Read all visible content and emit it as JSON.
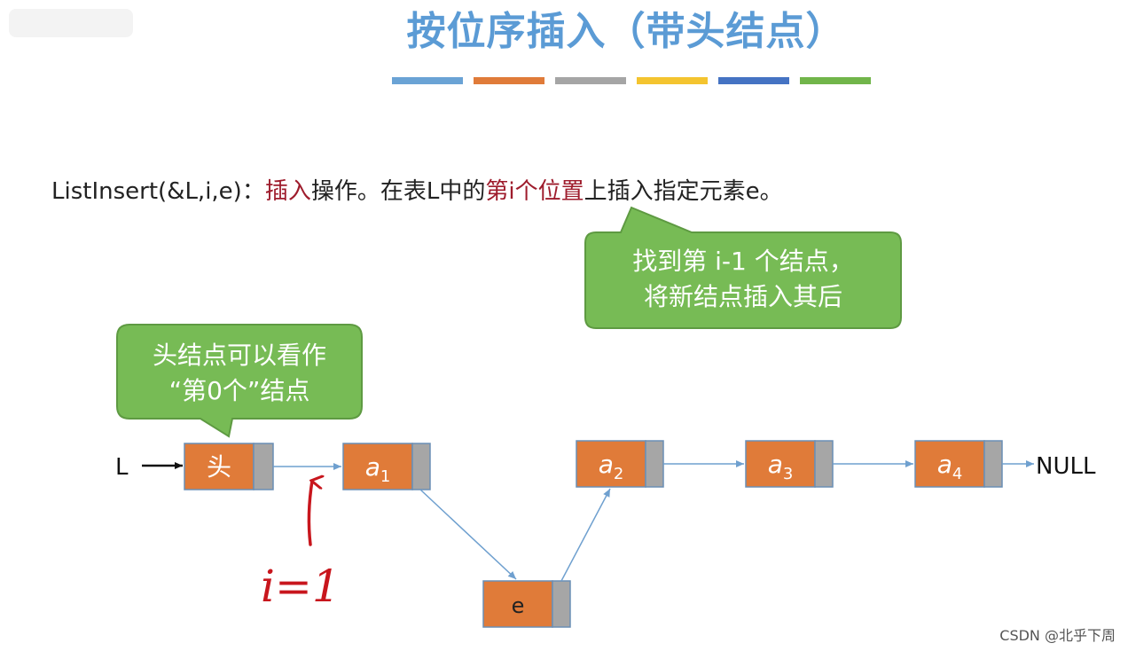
{
  "title": "按位序插入（带头结点）",
  "color_bar": [
    "#6aa3d5",
    "#e07b39",
    "#a5a5a5",
    "#f4c42f",
    "#4573c3",
    "#71b54a"
  ],
  "description": {
    "prefix": "ListInsert(&L,i,e)：",
    "hl1": "插入",
    "mid1": "操作。在表L中的",
    "hl2": "第i个位置",
    "suffix": "上插入指定元素e。"
  },
  "callout_right": {
    "line1": "找到第 i-1 个结点，",
    "line2": "将新结点插入其后"
  },
  "callout_left": {
    "line1": "头结点可以看作",
    "line2": "“第0个”结点"
  },
  "list": {
    "head_pointer": "L",
    "head_label": "头",
    "nodes": [
      {
        "base": "a",
        "sub": "1"
      },
      {
        "base": "a",
        "sub": "2"
      },
      {
        "base": "a",
        "sub": "3"
      },
      {
        "base": "a",
        "sub": "4"
      }
    ],
    "new_node": "e",
    "null_label": "NULL"
  },
  "annotation": "i=1",
  "watermark": "CSDN @北乎下周",
  "colors": {
    "title": "#5b9bd5",
    "text": "#222222",
    "highlight": "#9e1c2c",
    "callout_fill": "#77bb55",
    "callout_stroke": "#5e9a42",
    "node_fill": "#e07b39",
    "node_stroke": "#6a8fb5",
    "pointer_fill": "#a6a6a6",
    "edge": "#6fa0cf",
    "annotation": "#c8161d"
  }
}
